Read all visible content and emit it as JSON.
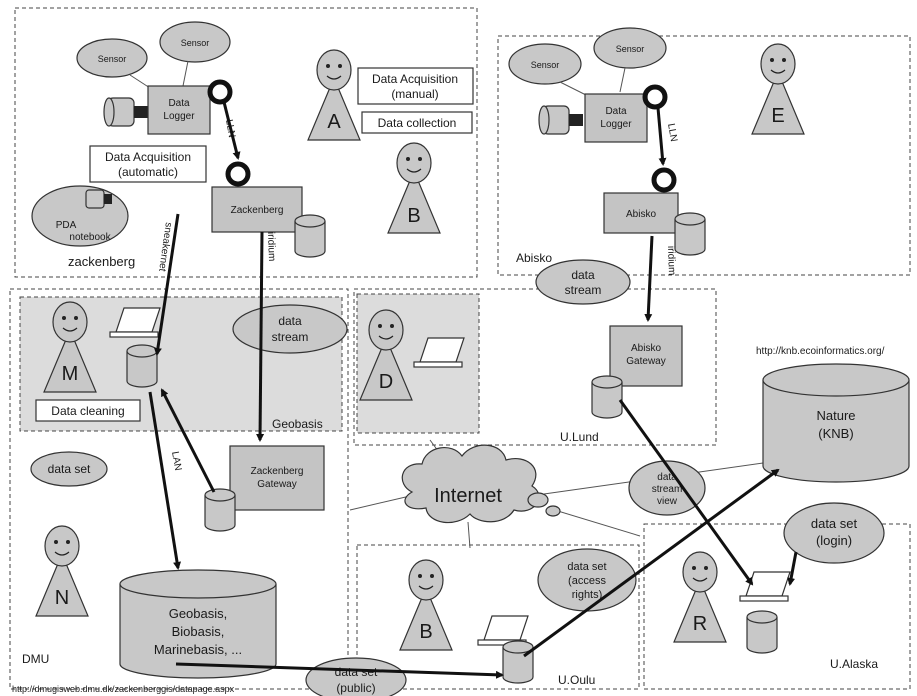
{
  "sites": {
    "zackenberg": {
      "label": "zackenberg",
      "station": "Zackenberg"
    },
    "abisko": {
      "label": "Abisko",
      "station": "Abisko"
    },
    "geobasis": {
      "label": "Geobasis"
    },
    "dmu": {
      "label": "DMU"
    },
    "ulund": {
      "label": "U.Lund"
    },
    "uoulu": {
      "label": "U.Oulu"
    },
    "ualaska": {
      "label": "U.Alaska"
    }
  },
  "components": {
    "sensor": "Sensor",
    "data_logger": [
      "Data",
      "Logger"
    ],
    "pda": [
      "PDA",
      "notebook"
    ],
    "zackenberg_gateway": [
      "Zackenberg",
      "Gateway"
    ],
    "abisko_gateway": [
      "Abisko",
      "Gateway"
    ],
    "geobasis_db": [
      "Geobasis,",
      "Biobasis,",
      "Marinebasis, ..."
    ],
    "nature_knb": [
      "Nature",
      "(KNB)"
    ],
    "internet": "Internet"
  },
  "roles": [
    "A",
    "B",
    "E",
    "M",
    "D",
    "N",
    "B",
    "R"
  ],
  "activities": {
    "acq_manual": [
      "Data Acquisition",
      "(manual)"
    ],
    "data_collection": "Data collection",
    "acq_automatic": [
      "Data Acquisition",
      "(automatic)"
    ],
    "data_cleaning": "Data cleaning"
  },
  "flows": {
    "data_stream": [
      "data",
      "stream"
    ],
    "data_set": "data set",
    "data_stream_view": [
      "data",
      "stream",
      "view"
    ],
    "data_set_login": [
      "data set",
      "(login)"
    ],
    "data_set_access": [
      "data set",
      "(access",
      "rights)"
    ],
    "data_set_public": [
      "data set",
      "(public)"
    ]
  },
  "links": {
    "lln": "LLN",
    "iridium": "iridium",
    "sneakernet": "sneakernet",
    "lan": "LAN"
  },
  "urls": {
    "knb": "http://knb.ecoinformatics.org/",
    "dmu": "http://dmugisweb.dmu.dk/zackenberggis/datapage.aspx"
  }
}
